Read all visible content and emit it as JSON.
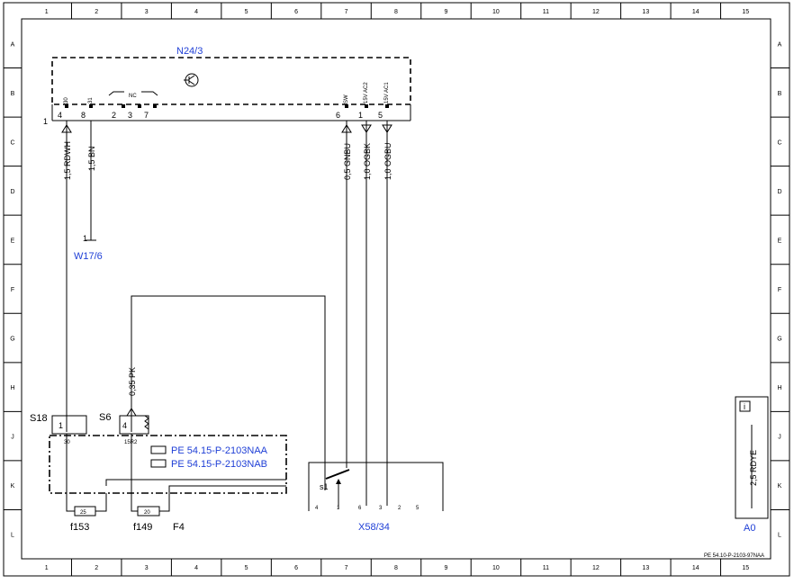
{
  "sheet": {
    "columns": [
      "1",
      "2",
      "3",
      "4",
      "5",
      "6",
      "7",
      "8",
      "9",
      "10",
      "11",
      "12",
      "13",
      "14",
      "15"
    ],
    "rows": [
      "A",
      "B",
      "C",
      "D",
      "E",
      "F",
      "G",
      "H",
      "J",
      "K",
      "L"
    ],
    "doc_number": "PE 54.10-P-2103-97NAA"
  },
  "module": {
    "name": "N24/3",
    "pins_inner": [
      "30",
      "31",
      "NC",
      "SW",
      "15V AC2",
      "15V AC1"
    ],
    "pins_outer": [
      "4",
      "8",
      "2",
      "3",
      "7",
      "6",
      "1",
      "5"
    ],
    "connector_label": "1"
  },
  "wires": {
    "w1": "1,5 RDWH",
    "w2": "1,5 BN",
    "w3": "0,5 GNBU",
    "w4": "1,0 OGBK",
    "w5": "1,0 OGBU",
    "w6": "0,35 PK"
  },
  "ground": {
    "name": "W17/6",
    "pin": "1"
  },
  "fusebox": {
    "name": "F4",
    "s18": "S18",
    "s6": "S6",
    "s18_pin": "1",
    "s6_pin": "4",
    "s18_term": "30",
    "s6_term": "15R2",
    "fuses": [
      {
        "name": "f153",
        "value": "25"
      },
      {
        "name": "f149",
        "value": "20"
      }
    ],
    "refs": [
      "PE 54.15-P-2103NAA",
      "PE 54.15-P-2103NAB"
    ]
  },
  "switch_block": {
    "name": "X58/34",
    "switch": "s1",
    "pins": [
      "4",
      "1",
      "6",
      "3",
      "2",
      "5"
    ]
  },
  "legend": {
    "info_icon": "i",
    "wire": "2,5 RDYE",
    "label": "A0"
  }
}
